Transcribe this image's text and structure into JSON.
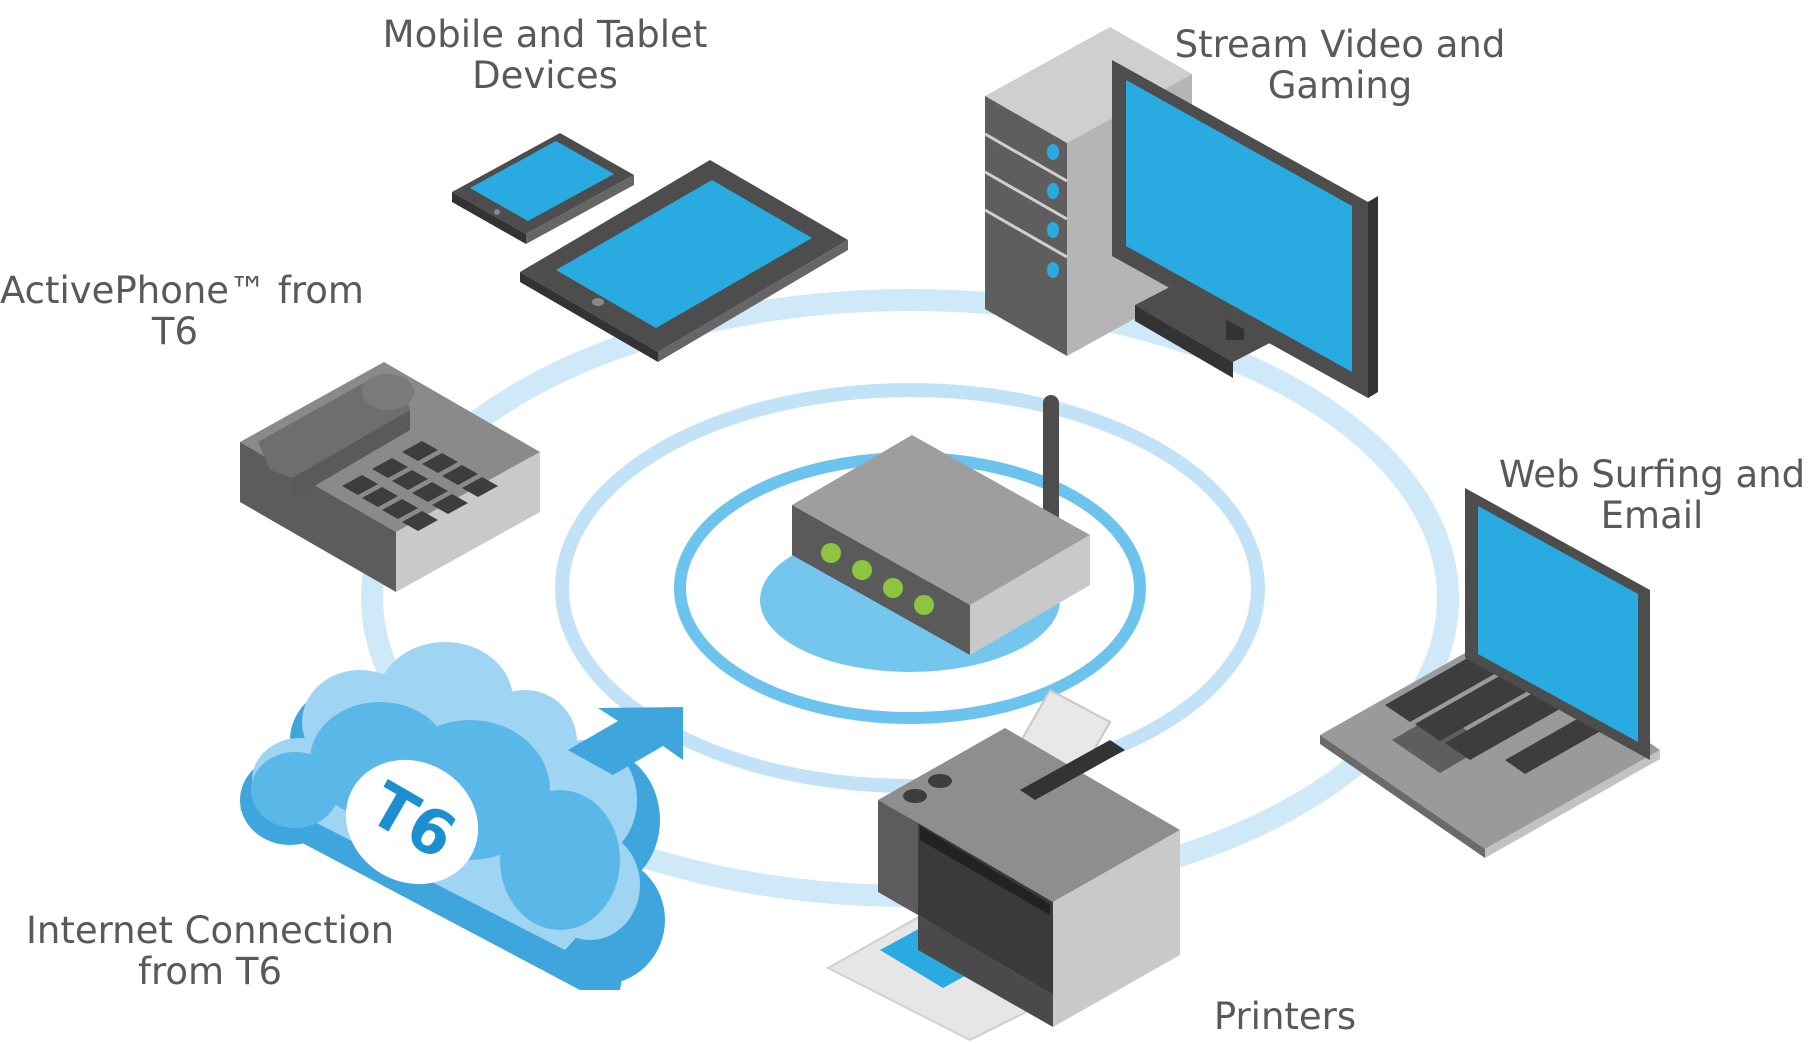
{
  "labels": {
    "mobile": [
      "Mobile and Tablet",
      "Devices"
    ],
    "stream": [
      "Stream Video and",
      "Gaming"
    ],
    "phone": [
      "ActivePhone™ from",
      "T6"
    ],
    "web": [
      "Web Surfing and",
      "Email"
    ],
    "internet": [
      "Internet Connection",
      "from T6"
    ],
    "printers": [
      "Printers"
    ]
  },
  "logo_text": "T6",
  "colors": {
    "screen_blue": "#29abe2",
    "ring_light": "#bfe1f6",
    "ring_mid": "#6cc4ee",
    "cloud": "#59b8e8",
    "device_dark": "#4d4d4d",
    "device_mid": "#8c8c8c",
    "device_light": "#c7c7c7",
    "led_green": "#8cc63f",
    "text_gray": "#58595b"
  },
  "icons": [
    "router-icon",
    "tablet-icon",
    "phone-icon",
    "desktop-icon",
    "laptop-icon",
    "printer-icon",
    "cloud-icon",
    "arrow-icon"
  ]
}
